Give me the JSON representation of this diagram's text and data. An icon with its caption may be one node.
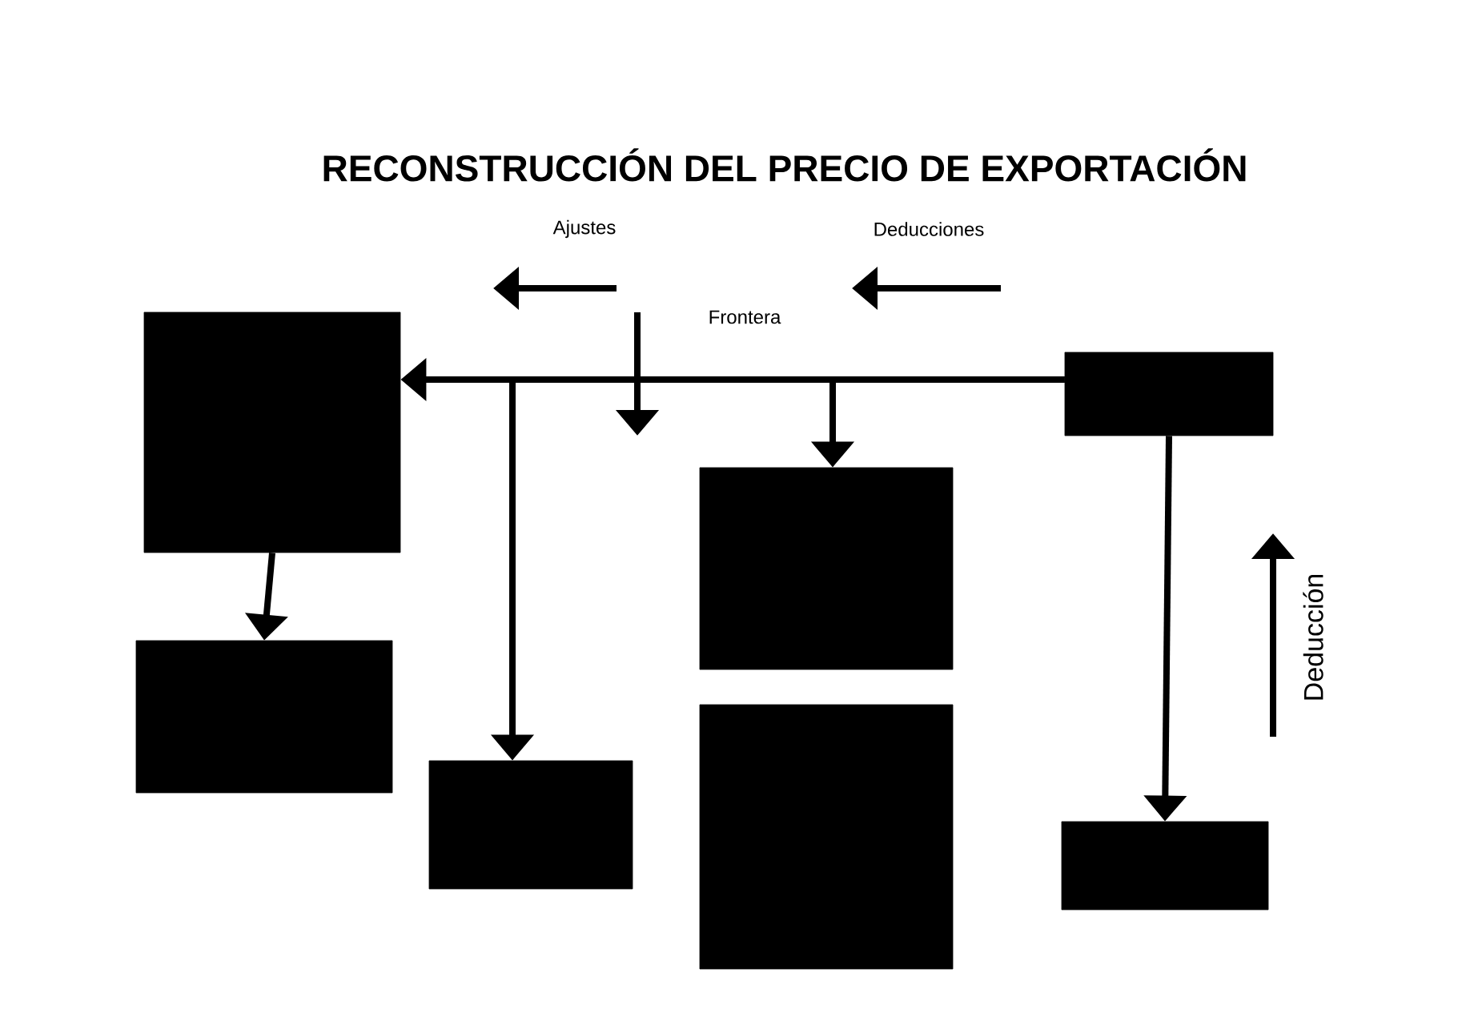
{
  "diagram": {
    "title": "RECONSTRUCCIÓN DEL PRECIO DE EXPORTACIÓN",
    "nodes": [
      {
        "text": [],
        "shape": "box"
      },
      {
        "text": [],
        "shape": "box"
      },
      {
        "text": [],
        "shape": "box"
      },
      {
        "text": [],
        "shape": "box"
      },
      {
        "text": [],
        "shape": "box"
      },
      {
        "text": [],
        "shape": "box"
      },
      {
        "text": [],
        "shape": "box"
      }
    ],
    "edges": [
      {
        "from": 1,
        "to": 0,
        "arrow": "to"
      },
      {
        "from": 1,
        "to": 4,
        "arrow": "to"
      },
      {
        "from": 1,
        "to": 2,
        "arrow": "to"
      },
      {
        "from": 0,
        "to": 3,
        "arrow": "to"
      },
      {
        "from": 1,
        "to": 6,
        "arrow": "to"
      }
    ],
    "labels": [
      "Ajustes",
      "Deducciones",
      "Frontera",
      "Deducción"
    ]
  }
}
